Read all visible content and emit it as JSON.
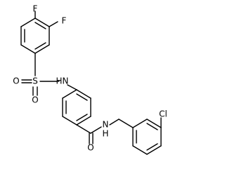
{
  "molecule": {
    "atoms": [
      {
        "id": "F1",
        "label": "F"
      },
      {
        "id": "F2",
        "label": "F"
      },
      {
        "id": "O1",
        "label": "O"
      },
      {
        "id": "S1",
        "label": "S"
      },
      {
        "id": "O2",
        "label": "O"
      },
      {
        "id": "N1",
        "label": "N"
      },
      {
        "id": "H1",
        "label": "H"
      },
      {
        "id": "Cl1",
        "label": "Cl"
      },
      {
        "id": "O3",
        "label": "O"
      },
      {
        "id": "N2",
        "label": "N"
      },
      {
        "id": "H2",
        "label": "H"
      }
    ]
  }
}
